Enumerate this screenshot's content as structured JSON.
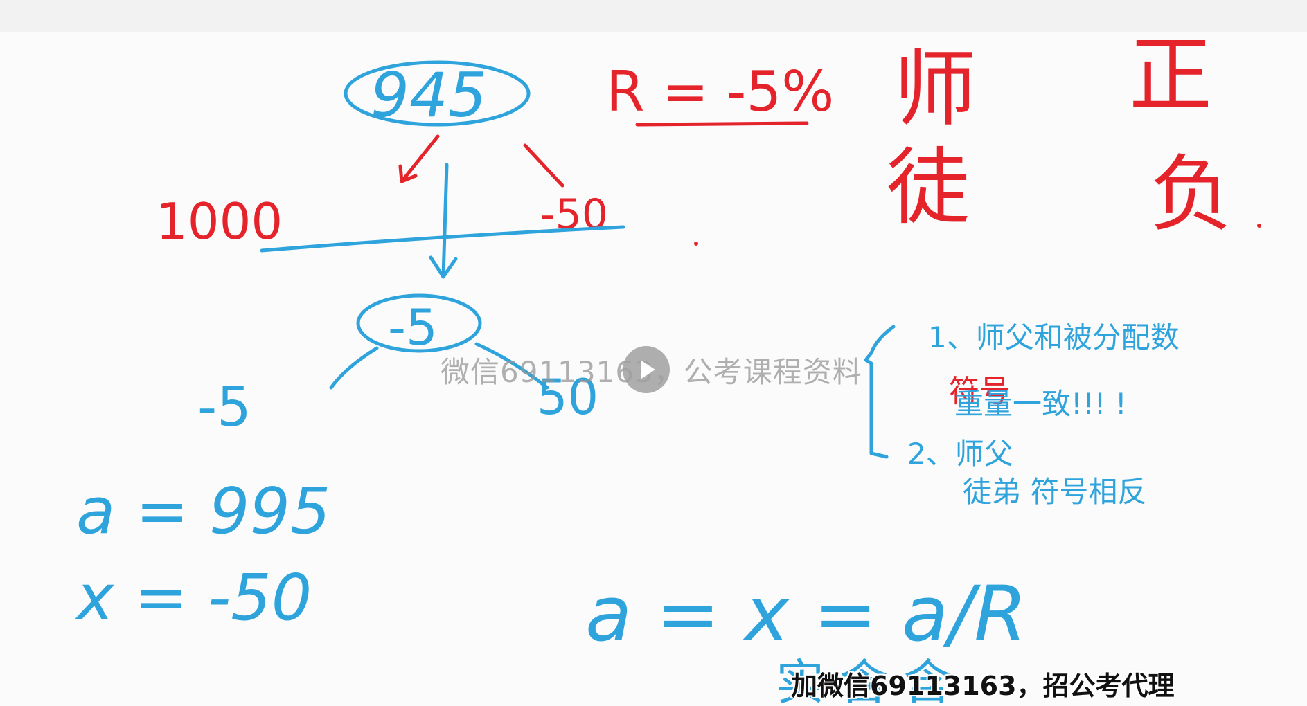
{
  "texts": {
    "root_number": "945",
    "left_branch": "1000",
    "right_branch": "-50",
    "middle_node": "-5",
    "bottom_left": "-5",
    "bottom_right": "50",
    "eq_a": "a = 995",
    "eq_x": "x = -50",
    "r_formula": "R = -5%",
    "char_shi": "师",
    "char_zheng": "正",
    "char_tu": "徒",
    "char_fu": "负",
    "note_1": "1、师父和被分配数",
    "note_1_red": "符号",
    "note_1b": "重量一致!!! !",
    "note_2": "2、师父",
    "note_2b": "徒弟 符号相反",
    "bottom_eq": "a = x = a/R",
    "bottom_labels": "实  含  含"
  },
  "watermark": "微信69113163，公考课程资料",
  "subtitle": "加微信69113163，招公考代理",
  "colors": {
    "blue": "#2ea3dc",
    "red": "#e5232b",
    "background": "#fbfbfb"
  },
  "icons": {
    "play": "play-icon"
  }
}
